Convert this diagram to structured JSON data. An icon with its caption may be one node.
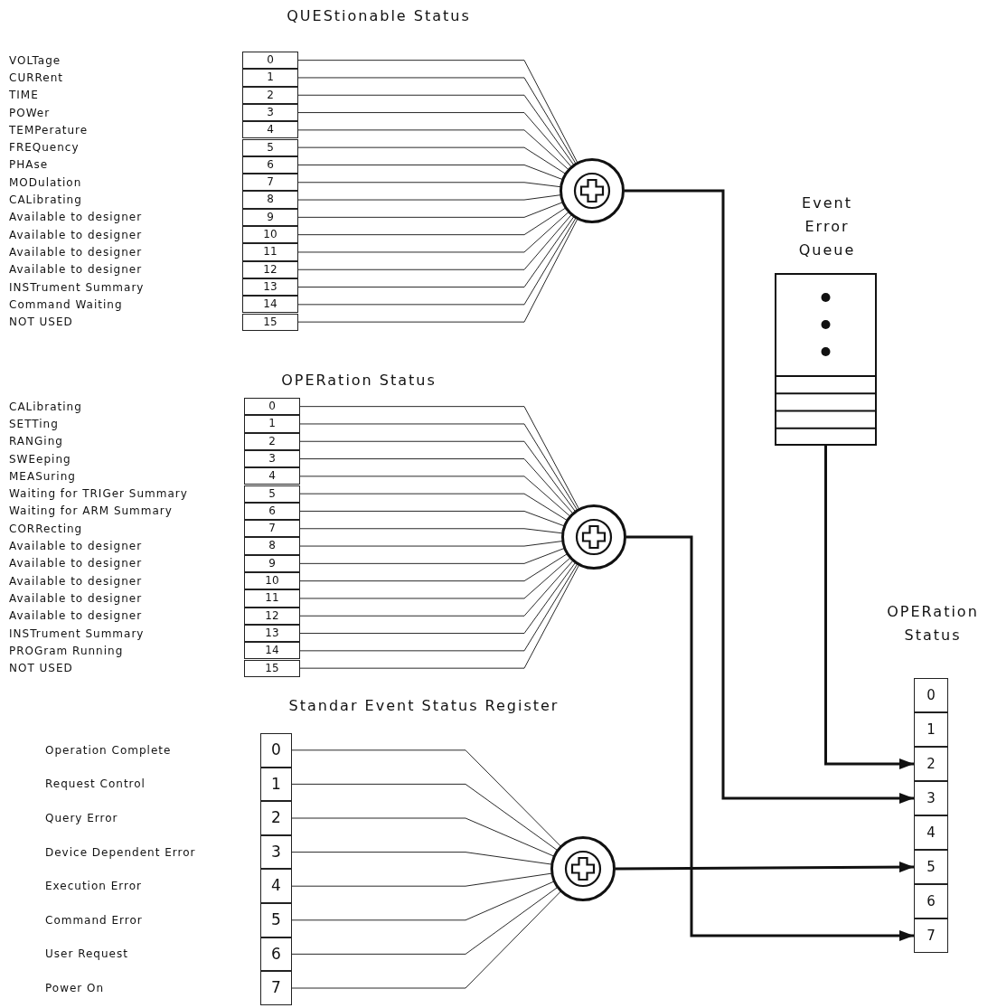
{
  "diagram": {
    "nodes": [
      {
        "text": [
          "QUEStionable Status"
        ]
      },
      {
        "text": [
          "0"
        ],
        "in": 0
      },
      {
        "text": [
          "1"
        ],
        "in": 0
      },
      {
        "text": [
          "2"
        ],
        "in": 0
      },
      {
        "text": [
          "3"
        ],
        "in": 0
      },
      {
        "text": [
          "4"
        ],
        "in": 0
      },
      {
        "text": [
          "5"
        ],
        "in": 0
      },
      {
        "text": [
          "6"
        ],
        "in": 0
      },
      {
        "text": [
          "7"
        ],
        "in": 0
      },
      {
        "text": [
          "8"
        ],
        "in": 0
      },
      {
        "text": [
          "9"
        ],
        "in": 0
      },
      {
        "text": [
          "10"
        ],
        "in": 0
      },
      {
        "text": [
          "11"
        ],
        "in": 0
      },
      {
        "text": [
          "12"
        ],
        "in": 0
      },
      {
        "text": [
          "13"
        ],
        "in": 0
      },
      {
        "text": [
          "14"
        ],
        "in": 0
      },
      {
        "text": [
          "15"
        ],
        "in": 0
      },
      {
        "text": [],
        "shape": "circle"
      },
      {
        "text": [
          "OPERation Status"
        ]
      },
      {
        "text": [
          "0"
        ],
        "in": 18
      },
      {
        "text": [
          "1"
        ],
        "in": 18
      },
      {
        "text": [
          "2"
        ],
        "in": 18
      },
      {
        "text": [
          "3"
        ],
        "in": 18
      },
      {
        "text": [
          "4"
        ],
        "in": 18
      },
      {
        "text": [
          "5"
        ],
        "in": 18
      },
      {
        "text": [
          "6"
        ],
        "in": 18
      },
      {
        "text": [
          "7"
        ],
        "in": 18
      },
      {
        "text": [
          "8"
        ],
        "in": 18
      },
      {
        "text": [
          "9"
        ],
        "in": 18
      },
      {
        "text": [
          "10"
        ],
        "in": 18
      },
      {
        "text": [
          "11"
        ],
        "in": 18
      },
      {
        "text": [
          "12"
        ],
        "in": 18
      },
      {
        "text": [
          "13"
        ],
        "in": 18
      },
      {
        "text": [
          "14"
        ],
        "in": 18
      },
      {
        "text": [
          "15"
        ],
        "in": 18
      },
      {
        "text": [],
        "shape": "circle"
      },
      {
        "text": [
          "Standar Event Status Register"
        ]
      },
      {
        "text": [
          "0"
        ],
        "in": 36
      },
      {
        "text": [
          "1"
        ],
        "in": 36
      },
      {
        "text": [
          "2"
        ],
        "in": 36
      },
      {
        "text": [
          "3"
        ],
        "in": 36
      },
      {
        "text": [
          "4"
        ],
        "in": 36
      },
      {
        "text": [
          "5"
        ],
        "in": 36
      },
      {
        "text": [
          "6"
        ],
        "in": 36
      },
      {
        "text": [
          "7"
        ],
        "in": 36
      },
      {
        "text": [],
        "shape": "circle"
      },
      {
        "text": [
          "Event Error Queue"
        ]
      },
      {
        "text": [
          "OPERation Status"
        ]
      },
      {
        "text": [
          "0"
        ],
        "in": 47
      },
      {
        "text": [
          "1"
        ],
        "in": 47
      },
      {
        "text": [
          "2"
        ],
        "in": 47
      },
      {
        "text": [
          "3"
        ],
        "in": 47
      },
      {
        "text": [
          "4"
        ],
        "in": 47
      },
      {
        "text": [
          "5"
        ],
        "in": 47
      },
      {
        "text": [
          "6"
        ],
        "in": 47
      },
      {
        "text": [
          "7"
        ],
        "in": 47
      }
    ],
    "edges": [
      {
        "from": 1,
        "to": 17,
        "arrow": "none"
      },
      {
        "from": 2,
        "to": 17,
        "arrow": "none"
      },
      {
        "from": 3,
        "to": 17,
        "arrow": "none"
      },
      {
        "from": 4,
        "to": 17,
        "arrow": "none"
      },
      {
        "from": 5,
        "to": 17,
        "arrow": "none"
      },
      {
        "from": 6,
        "to": 17,
        "arrow": "none"
      },
      {
        "from": 7,
        "to": 17,
        "arrow": "none"
      },
      {
        "from": 8,
        "to": 17,
        "arrow": "none"
      },
      {
        "from": 9,
        "to": 17,
        "arrow": "none"
      },
      {
        "from": 10,
        "to": 17,
        "arrow": "none"
      },
      {
        "from": 11,
        "to": 17,
        "arrow": "none"
      },
      {
        "from": 12,
        "to": 17,
        "arrow": "none"
      },
      {
        "from": 13,
        "to": 17,
        "arrow": "none"
      },
      {
        "from": 14,
        "to": 17,
        "arrow": "none"
      },
      {
        "from": 15,
        "to": 17,
        "arrow": "none"
      },
      {
        "from": 16,
        "to": 17,
        "arrow": "none"
      },
      {
        "from": 17,
        "to": 51,
        "arrow": "to",
        "style": "thick"
      },
      {
        "from": 19,
        "to": 35,
        "arrow": "none"
      },
      {
        "from": 20,
        "to": 35,
        "arrow": "none"
      },
      {
        "from": 21,
        "to": 35,
        "arrow": "none"
      },
      {
        "from": 22,
        "to": 35,
        "arrow": "none"
      },
      {
        "from": 23,
        "to": 35,
        "arrow": "none"
      },
      {
        "from": 24,
        "to": 35,
        "arrow": "none"
      },
      {
        "from": 25,
        "to": 35,
        "arrow": "none"
      },
      {
        "from": 26,
        "to": 35,
        "arrow": "none"
      },
      {
        "from": 27,
        "to": 35,
        "arrow": "none"
      },
      {
        "from": 28,
        "to": 35,
        "arrow": "none"
      },
      {
        "from": 29,
        "to": 35,
        "arrow": "none"
      },
      {
        "from": 30,
        "to": 35,
        "arrow": "none"
      },
      {
        "from": 31,
        "to": 35,
        "arrow": "none"
      },
      {
        "from": 32,
        "to": 35,
        "arrow": "none"
      },
      {
        "from": 33,
        "to": 35,
        "arrow": "none"
      },
      {
        "from": 34,
        "to": 35,
        "arrow": "none"
      },
      {
        "from": 35,
        "to": 55,
        "arrow": "to",
        "style": "thick"
      },
      {
        "from": 37,
        "to": 45,
        "arrow": "none"
      },
      {
        "from": 38,
        "to": 45,
        "arrow": "none"
      },
      {
        "from": 39,
        "to": 45,
        "arrow": "none"
      },
      {
        "from": 40,
        "to": 45,
        "arrow": "none"
      },
      {
        "from": 41,
        "to": 45,
        "arrow": "none"
      },
      {
        "from": 42,
        "to": 45,
        "arrow": "none"
      },
      {
        "from": 43,
        "to": 45,
        "arrow": "none"
      },
      {
        "from": 44,
        "to": 45,
        "arrow": "none"
      },
      {
        "from": 45,
        "to": 53,
        "arrow": "to",
        "style": "thick"
      },
      {
        "from": 46,
        "to": 50,
        "arrow": "to",
        "style": "thick"
      }
    ],
    "labels": [
      "VOLTage",
      "CURRent",
      "TIME",
      "POWer",
      "TEMPerature",
      "FREQuency",
      "PHAse",
      "MODulation",
      "CALibrating",
      "Available to designer",
      "Available to designer",
      "Available to designer",
      "Available to designer",
      "INSTrument Summary",
      "Command Waiting",
      "NOT USED",
      "CALibrating",
      "SETTing",
      "RANGing",
      "SWEeping",
      "MEASuring",
      "Waiting for TRIGer Summary",
      "Waiting for ARM Summary",
      "CORRecting",
      "Available to designer",
      "Available to designer",
      "Available to designer",
      "Available to designer",
      "Available to designer",
      "INSTrument Summary",
      "PROGram Running",
      "NOT USED",
      "Operation Complete",
      "Request Control",
      "Query Error",
      "Device Dependent Error",
      "Execution Error",
      "Command Error",
      "User Request",
      "Power On"
    ]
  }
}
